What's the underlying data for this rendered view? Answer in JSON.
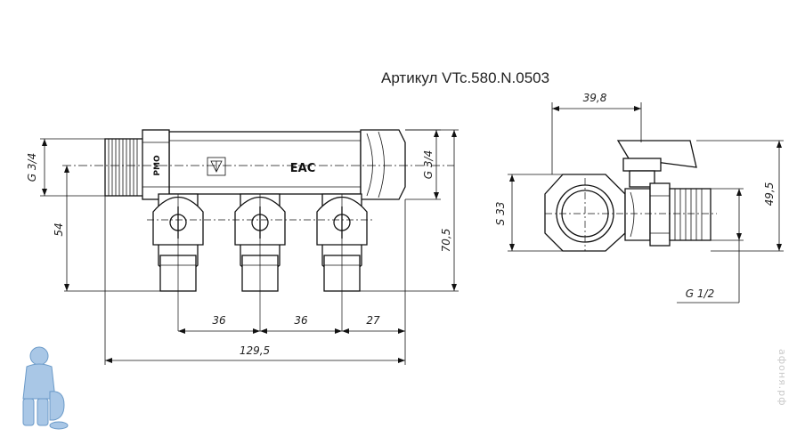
{
  "title": "Артикул VTc.580.N.0503",
  "watermark": "афоня.рф",
  "marks": {
    "rmo": "РМО",
    "eac": "EAC"
  },
  "dimensions": {
    "g34_left": "G 3/4",
    "d54": "54",
    "d70_5": "70,5",
    "g34_right": "G 3/4",
    "d36a": "36",
    "d36b": "36",
    "d27": "27",
    "d129_5": "129,5",
    "d39_8": "39,8",
    "s33": "S 33",
    "d49_5": "49,5",
    "g12": "G 1/2"
  },
  "icons": {
    "logo": "plumber-mascot-icon",
    "emblem": "triangle-emblem-icon"
  }
}
